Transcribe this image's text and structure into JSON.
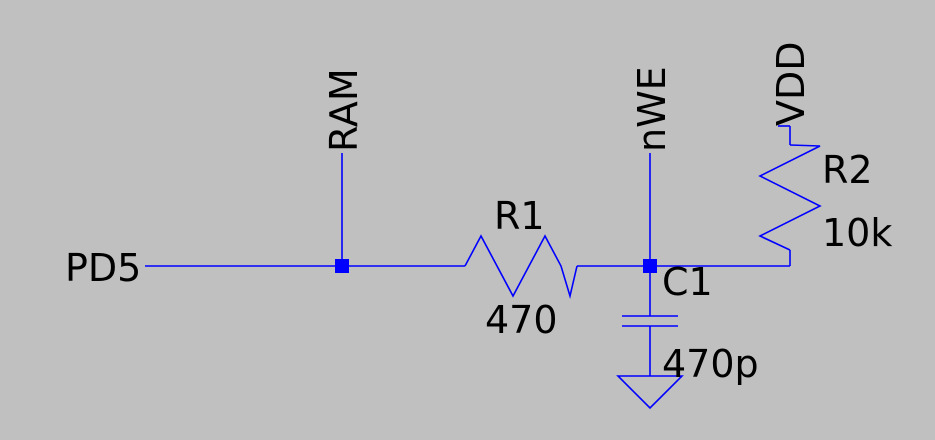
{
  "colors": {
    "background": "#c0c0c0",
    "wire": "#0000ff",
    "text": "#000000",
    "junction": "#0000ff"
  },
  "nets": {
    "pd5": "PD5",
    "ram": "RAM",
    "nwe": "nWE",
    "vdd": "VDD"
  },
  "components": {
    "r1": {
      "ref": "R1",
      "value": "470"
    },
    "r2": {
      "ref": "R2",
      "value": "10k"
    },
    "c1": {
      "ref": "C1",
      "value": "470p"
    }
  },
  "icons": {
    "ground": "ground-icon",
    "resistor": "resistor-icon",
    "capacitor": "capacitor-icon"
  }
}
